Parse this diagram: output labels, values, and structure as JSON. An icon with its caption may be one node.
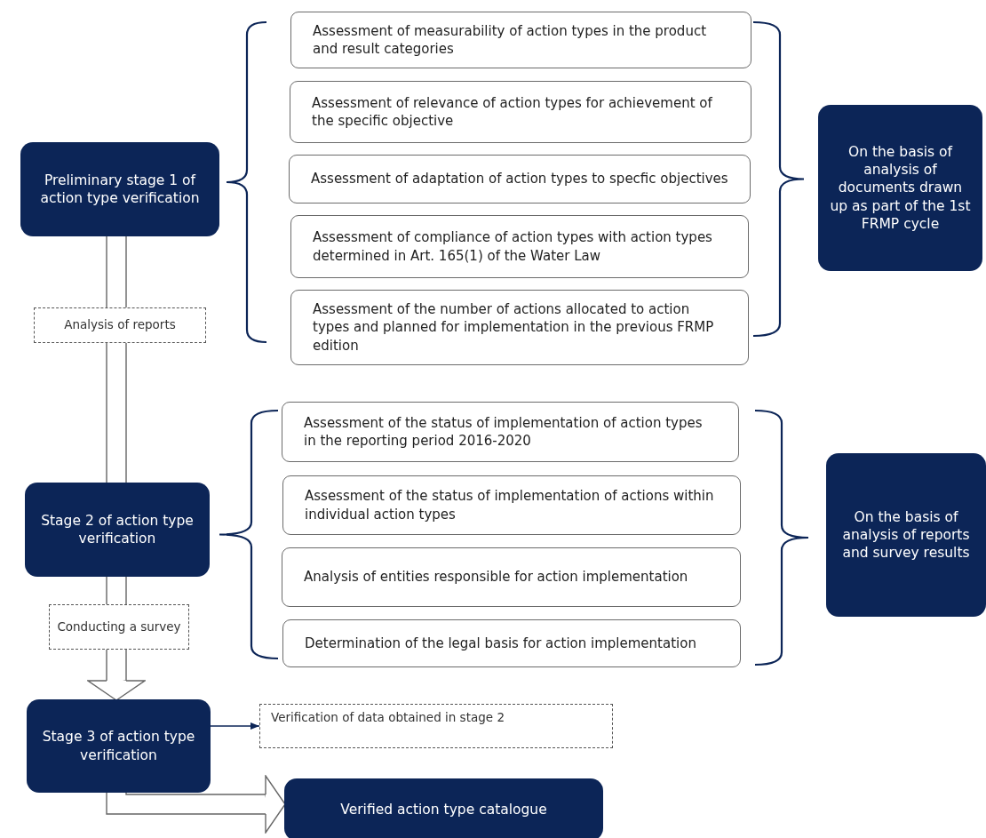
{
  "diagram": {
    "nodes": [
      {
        "text": [
          "Preliminary stage 1 of action type verification"
        ]
      },
      {
        "text": [
          "Assessment of measurability of action types in the product and result categories"
        ]
      },
      {
        "text": [
          "Assessment of relevance of action types for achievement of the specific objective"
        ]
      },
      {
        "text": [
          "Assessment of adaptation of action types to specfic objectives"
        ]
      },
      {
        "text": [
          "Assessment of compliance of action types with action types determined in Art. 165(1) of the Water Law"
        ]
      },
      {
        "text": [
          "Assessment of the number of actions allocated to action types and planned for implementation in the previous FRMP edition"
        ]
      },
      {
        "text": [
          "On the basis of analysis of documents drawn up as part of the 1st FRMP cycle"
        ]
      },
      {
        "text": [
          "Analysis of reports"
        ]
      },
      {
        "text": [
          "Stage 2 of action type verification"
        ]
      },
      {
        "text": [
          "Assessment of the status of implementation of action types in the reporting period 2016-2020"
        ]
      },
      {
        "text": [
          "Assessment of the status of implementation of actions within individual action types"
        ]
      },
      {
        "text": [
          "Analysis of entities responsible for action implementation"
        ]
      },
      {
        "text": [
          "Determination of the legal basis for action implementation"
        ]
      },
      {
        "text": [
          "On the basis of analysis of reports and survey results"
        ]
      },
      {
        "text": [
          "Conducting a survey"
        ]
      },
      {
        "text": [
          "Stage 3 of action type verification"
        ]
      },
      {
        "text": [
          "Verification of data obtained in stage 2"
        ]
      },
      {
        "text": [
          "Verified action type catalogue"
        ]
      }
    ],
    "edges": [
      {
        "from": 0,
        "to": 7,
        "arrow": "none"
      },
      {
        "from": 7,
        "to": 8,
        "arrow": "none"
      },
      {
        "from": 8,
        "to": 14,
        "arrow": "none"
      },
      {
        "from": 14,
        "to": 15,
        "arrow": "to"
      },
      {
        "from": 15,
        "to": 16,
        "arrow": "to"
      },
      {
        "from": 15,
        "to": 17,
        "arrow": "to"
      }
    ]
  }
}
